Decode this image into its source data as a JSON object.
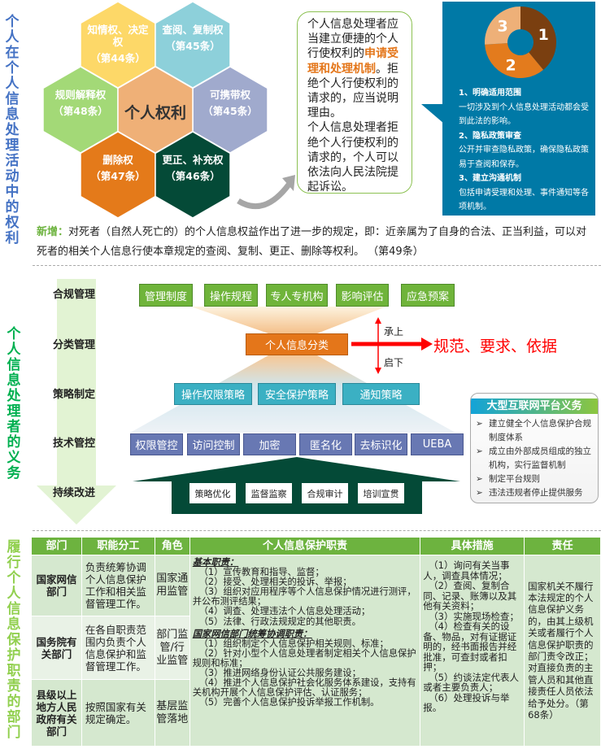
{
  "section1": {
    "title": "个人在个人信息处理活动中的权利",
    "center": "个人权利",
    "hexes": [
      {
        "name": "知情权、决定权",
        "article": "（第44条）",
        "color": "#fdd868"
      },
      {
        "name": "查阅、复制权",
        "article": "（第45条）",
        "color": "#8dd0da"
      },
      {
        "name": "规则解释权",
        "article": "（第48条）",
        "color": "#a3d977"
      },
      {
        "name": "可携带权",
        "article": "（第45条）",
        "color": "#a0aacd"
      },
      {
        "name": "删除权",
        "article": "（第47条）",
        "color": "#e47a1a"
      },
      {
        "name": "更正、补充权",
        "article": "（第46条）",
        "color": "#044a37"
      }
    ],
    "center_color": "#efb077",
    "bubble": {
      "text1": "个人信息处理者应当建立便捷的个人行使权利的",
      "highlight": "申请受理和处理机制",
      "text2": "。拒绝个人行使权利的请求的，应当说明理由。",
      "text3": "个人信息处理者拒绝个人行使权利的请求的，个人可以依法向人民法院提起诉讼。"
    },
    "donut": {
      "segments": [
        {
          "label": "1",
          "share": 0.39,
          "color": "#7a3f10"
        },
        {
          "label": "2",
          "share": 0.35,
          "color": "#e37b1d"
        },
        {
          "label": "3",
          "share": 0.26,
          "color": "#eeb078"
        }
      ]
    },
    "points": [
      {
        "title": "1、明确适用范围",
        "text": "一切涉及到个人信息处理活动都会受到此法的影响。"
      },
      {
        "title": "2、隐私政策审查",
        "text": "公开并审查隐私政策，确保隐私政策易于查阅和保存。"
      },
      {
        "title": "3、建立沟通机制",
        "text": "包括申请受理和处理、事件通知等各项机制。"
      }
    ],
    "note": {
      "label": "新增：",
      "text": "对死者（自然人死亡的）的个人信息权益作出了进一步的规定，即：近亲属为了自身的合法、正当利益，可以对死者的相关个人信息行使本章规定的查阅、复制、更正、删除等权利。",
      "article": "（第49条）"
    }
  },
  "section2": {
    "title": "个人信息处理者的义务",
    "rows": [
      "合规管理",
      "分类管理",
      "策略制定",
      "技术管控",
      "持续改进"
    ],
    "compliance": [
      "管理制度",
      "操作规程",
      "专人专机构",
      "影响评估",
      "应急预案"
    ],
    "classification": "个人信息分类",
    "up": "承上",
    "down": "启下",
    "result": "规范、要求、依据",
    "strategy": [
      "操作权限策略",
      "安全保护策略",
      "通知策略"
    ],
    "tech": [
      "权限管控",
      "访问控制",
      "加密",
      "匿名化",
      "去标识化",
      "UEBA"
    ],
    "improve": [
      "策略优化",
      "监督监察",
      "合规审计",
      "培训宣贯"
    ],
    "platform": {
      "title": "大型互联网平台义务",
      "items": [
        "建立健全个人信息保护合规制度体系",
        "成立由外部成员组成的独立机构，实行监督机制",
        "制定平台规则",
        "违法违规者停止提供服务"
      ]
    }
  },
  "section3": {
    "title": "履行个人信息保护职责的部门",
    "headers": [
      "部门",
      "职能分工",
      "角色",
      "个人信息保护职责",
      "具体措施",
      "责任"
    ],
    "rows": [
      {
        "dept": "国家网信部门",
        "func": "负责统筹协调个人信息保护工作和相关监督管理工作。",
        "role": "国家通用监管"
      },
      {
        "dept": "国务院有关部门",
        "func": "在各自职责范围内负责个人信息保护和监督管理工作。",
        "role": "部门监管/行业监管"
      },
      {
        "dept": "县级以上地方人民政府有关部门",
        "func": "按照国家有关规定确定。",
        "role": "基层监管落地"
      }
    ],
    "basic_title": "基本职责：",
    "basic": [
      "（1）宣传教育和指导、监督；",
      "（2）接受、处理相关的投诉、举报；",
      "（3）组织对应用程序等个人信息保护情况进行测评，并公布测评结果；",
      "（4）调查、处理违法个人信息处理活动；",
      "（5）法律、行政法规规定的其他职责。"
    ],
    "coord_title": "国家网信部门统筹协调职责：",
    "coord": [
      "（1）组织制定个人信息保护相关规则、标准；",
      "（2）针对小型个人信息处理者制定相关个人信息保护规则和标准；",
      "（3）推进网络身份认证公共服务建设；",
      "（4）推进个人信息保护社会化服务体系建设，支持有关机构开展个人信息保护评估、认证服务；",
      "（5）完善个人信息保护投诉举报工作机制。"
    ],
    "measures": [
      "（1）询问有关当事人，调查具体情况；",
      "（2）查阅、复制合同、记录、账簿以及其他有关资料；",
      "（3）实施现场检查；",
      "（4）检查有关的设备、物品，对有证据证明的，经书面报告并经批准，可查封或者扣押；",
      "（5）约谈法定代表人或者主要负责人；",
      "（6）处理投诉与举报。"
    ],
    "responsibility": "国家机关不履行本法规定的个人信息保护义务的，由其上级机关或者履行个人信息保护职责的部门责令改正；对直接负责的主管人员和其他直接责任人员依法给予处分。（第68条）"
  }
}
